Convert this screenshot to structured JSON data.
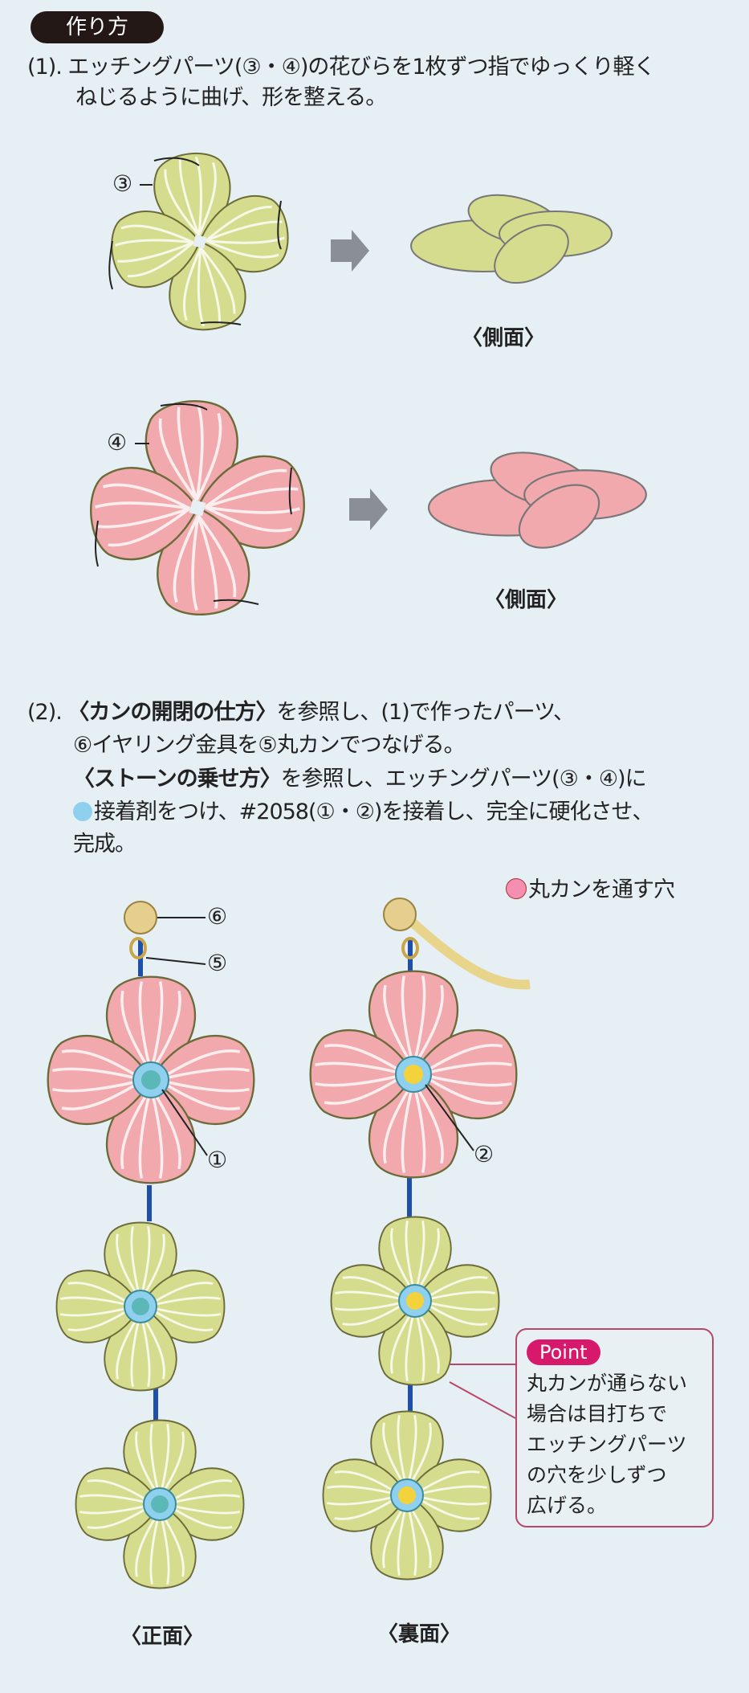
{
  "badge": "作り方",
  "step1": {
    "line1": "(1). エッチングパーツ(③・④)の花びらを1枚ずつ指でゆっくり軽く",
    "line2": "ねじるように曲げ、形を整える。",
    "label3": "③",
    "label4": "④",
    "side_label_1": "〈側面〉",
    "side_label_2": "〈側面〉"
  },
  "step2": {
    "prefix": "(2). ",
    "ref1": "〈カンの開閉の仕方〉",
    "line1_rest": "を参照し、(1)で作ったパーツ、",
    "line2": "⑥イヤリング金具を⑤丸カンでつなげる。",
    "ref2": "〈ストーンの乗せ方〉",
    "line3_rest": "を参照し、エッチングパーツ(③・④)に",
    "line4": "接着剤をつけ、#2058(①・②)を接着し、完全に硬化させ、",
    "line5": "完成。"
  },
  "legend": "丸カンを通す穴",
  "labels": {
    "six": "⑥",
    "five": "⑤",
    "one": "①",
    "two": "②",
    "front": "〈正面〉",
    "back": "〈裏面〉"
  },
  "point": {
    "badge": "Point",
    "lines": [
      "丸カンが通らない",
      "場合は目打ちで",
      "エッチングパーツ",
      "の穴を少しずつ",
      "広げる。"
    ]
  },
  "colors": {
    "green": "#d6dc8e",
    "pink": "#f2a9ad",
    "glue": "#8fd0ee",
    "hole": "#f48fb1",
    "accent": "#d6196b"
  }
}
